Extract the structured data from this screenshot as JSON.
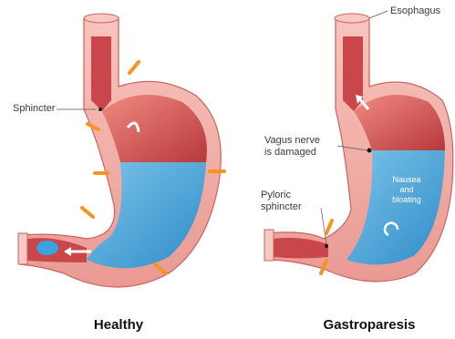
{
  "labels": {
    "esophagus": "Esophagus",
    "sphincter": "Sphincter",
    "vagus_nerve": "Vagus nerve\nis damaged",
    "pyloric_sphincter": "Pyloric\nsphincter",
    "nausea": "Nausea\nand\nbloating"
  },
  "captions": {
    "healthy": "Healthy",
    "gastroparesis": "Gastroparesis"
  },
  "colors": {
    "tissue": "#f5b7b0",
    "muscle": "#e0615a",
    "fluid": "#5aa9d6",
    "arrow": "#f7941d"
  }
}
